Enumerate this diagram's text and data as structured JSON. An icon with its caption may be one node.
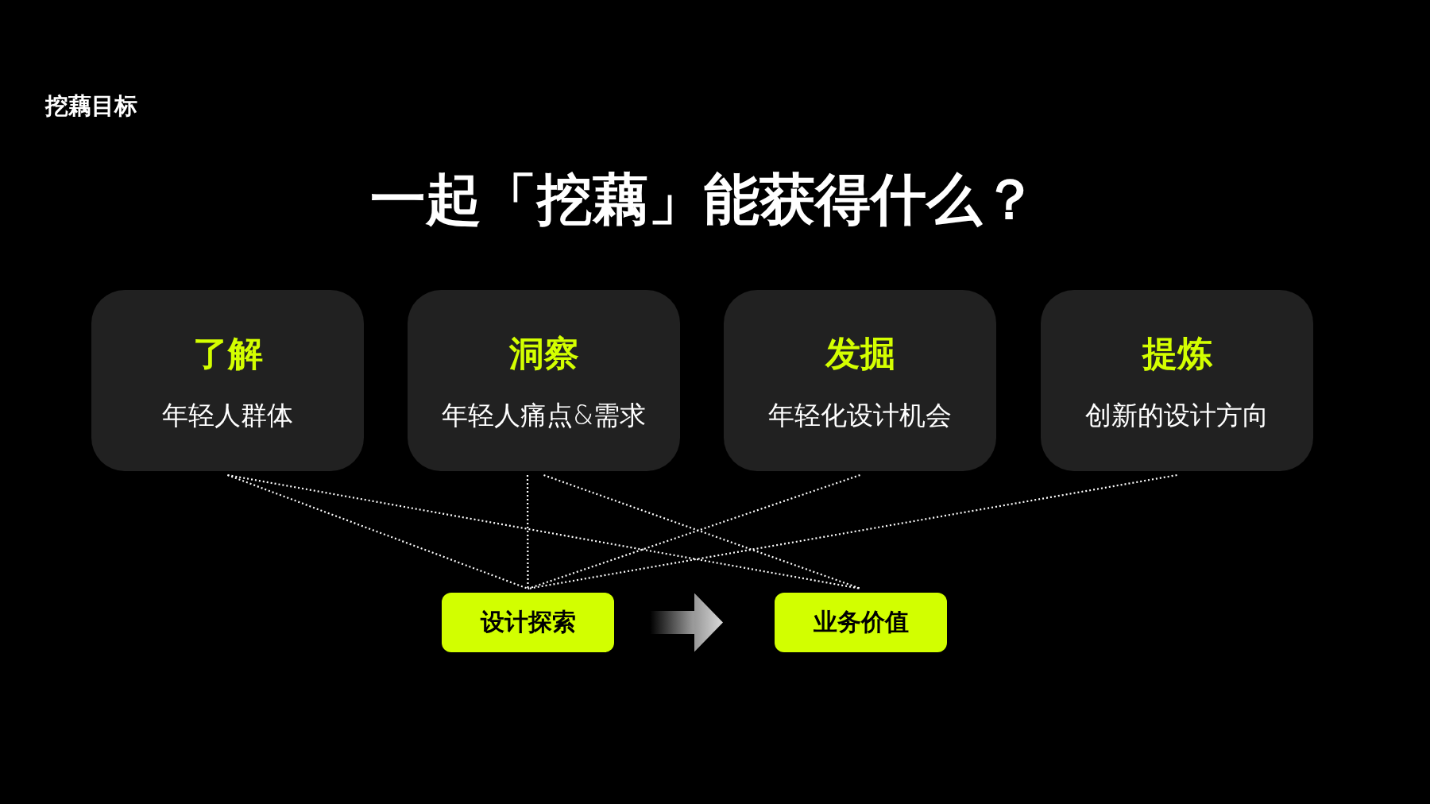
{
  "diagram": {
    "title": "一起「挖藕」能获得什么？",
    "nodes": [
      {
        "text": [
          "了解",
          "年轻人群体"
        ]
      },
      {
        "text": [
          "洞察",
          "年轻人痛点&需求"
        ]
      },
      {
        "text": [
          "发掘",
          "年轻化设计机会"
        ]
      },
      {
        "text": [
          "提炼",
          "创新的设计方向"
        ]
      },
      {
        "text": [
          "设计探索"
        ]
      },
      {
        "text": [
          "业务价值"
        ]
      }
    ],
    "edges": [
      {
        "from": 0,
        "to": 4,
        "arrow": "none",
        "style": "dashed"
      },
      {
        "from": 0,
        "to": 5,
        "arrow": "none",
        "style": "dashed"
      },
      {
        "from": 1,
        "to": 4,
        "arrow": "none",
        "style": "dashed"
      },
      {
        "from": 1,
        "to": 5,
        "arrow": "none",
        "style": "dashed"
      },
      {
        "from": 2,
        "to": 4,
        "arrow": "none",
        "style": "dashed"
      },
      {
        "from": 3,
        "to": 4,
        "arrow": "none",
        "style": "dashed"
      },
      {
        "from": 4,
        "to": 5,
        "arrow": "to",
        "style": "thick",
        "color": "#d9d9d9"
      }
    ],
    "labels": [
      "挖藕目标"
    ]
  }
}
